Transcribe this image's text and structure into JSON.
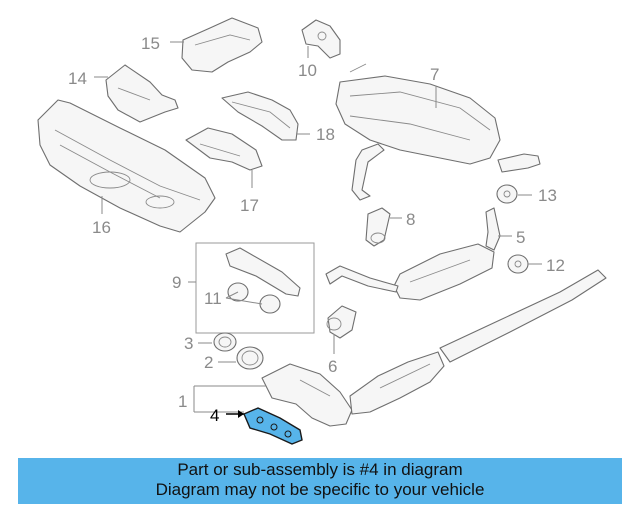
{
  "callouts": {
    "c1": "1",
    "c2": "2",
    "c3": "3",
    "c4": "4",
    "c5": "5",
    "c6": "6",
    "c7": "7",
    "c8": "8",
    "c9": "9",
    "c10": "10",
    "c11": "11",
    "c12": "12",
    "c13": "13",
    "c14": "14",
    "c15": "15",
    "c16": "16",
    "c17": "17",
    "c18": "18"
  },
  "highlight": {
    "part_number": "4",
    "color": "#57b4ea"
  },
  "caption": {
    "line1": "Part or sub-assembly is #4 in diagram",
    "line2": "Diagram may not be specific to your vehicle",
    "background": "#57b4ea"
  }
}
